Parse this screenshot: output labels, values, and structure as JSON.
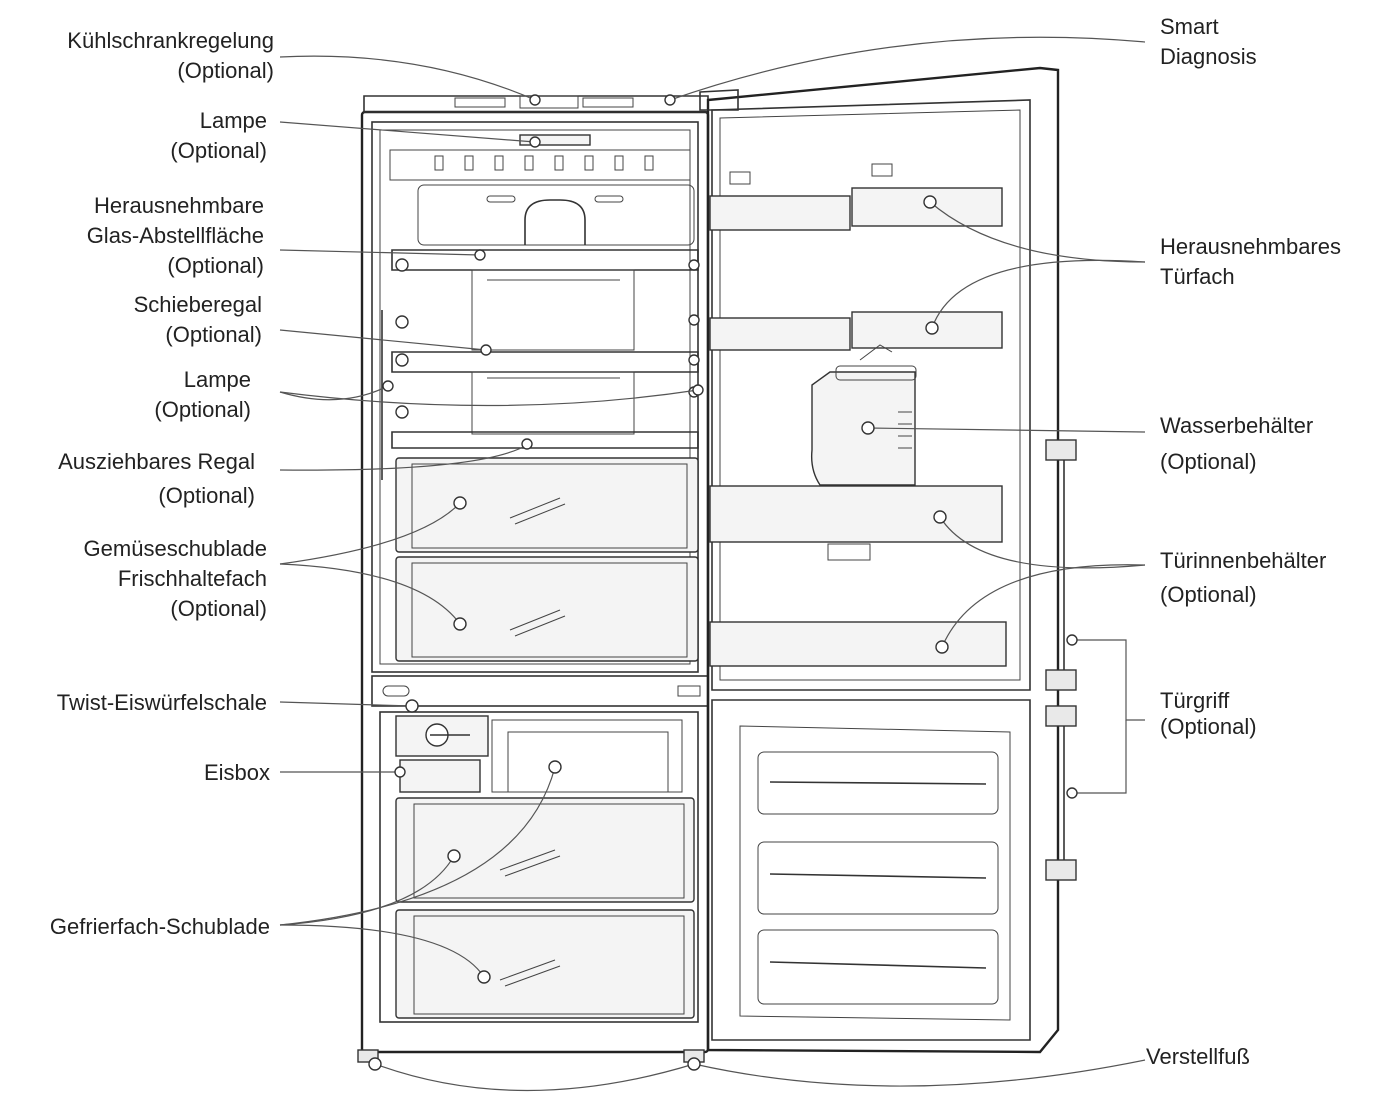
{
  "labels_left": {
    "kuehlschrankregelung": [
      "Kühlschrankregelung",
      "(Optional)"
    ],
    "lampe_top": [
      "Lampe",
      "(Optional)"
    ],
    "glas_abstellflaeche": [
      "Herausnehmbare",
      "Glas-Abstellfläche",
      "(Optional)"
    ],
    "schieberegal": [
      "Schieberegal",
      "(Optional)"
    ],
    "lampe_mid": [
      "Lampe",
      "(Optional)"
    ],
    "ausziehbares_regal": [
      "Ausziehbares Regal",
      "(Optional)"
    ],
    "gemueseschublade": [
      "Gemüseschublade",
      "Frischhaltefach",
      "(Optional)"
    ],
    "twist_eiswuerfelschale": [
      "Twist-Eiswürfelschale"
    ],
    "eisbox": [
      "Eisbox"
    ],
    "gefrierfach_schublade": [
      "Gefrierfach-Schublade"
    ]
  },
  "labels_right": {
    "smart_diagnosis": [
      "Smart",
      "Diagnosis"
    ],
    "tuerfach": [
      "Herausnehmbares",
      "Türfach"
    ],
    "wasserbehaelter": [
      "Wasserbehälter",
      "(Optional)"
    ],
    "tuerinnenbehaelter": [
      "Türinnenbehälter",
      "(Optional)"
    ],
    "tuergriff": [
      "Türgriff",
      "(Optional)"
    ],
    "verstellfuss": [
      "Verstellfuß"
    ]
  }
}
